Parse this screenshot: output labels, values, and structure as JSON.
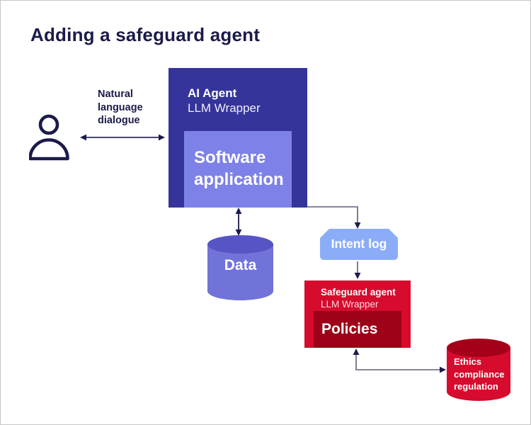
{
  "title": "Adding a safeguard agent",
  "user": {
    "dialogue_label": "Natural language dialogue"
  },
  "ai_agent": {
    "title": "AI Agent",
    "subtitle": "LLM Wrapper",
    "inner_label": "Software application"
  },
  "data_store": {
    "label": "Data"
  },
  "intent_log": {
    "label": "Intent log"
  },
  "safeguard_agent": {
    "title": "Safeguard agent",
    "subtitle": "LLM Wrapper",
    "inner_label": "Policies"
  },
  "ethics_store": {
    "label": "Ethics compliance regulation"
  },
  "icons": {
    "person": "person-icon"
  },
  "colors": {
    "canvas_border": "#c6c6c6",
    "navy_text": "#1b1b4a",
    "ai_agent_box": "#35349b",
    "software_box": "#7d81e8",
    "data_cylinder_body": "#7173d8",
    "data_cylinder_top": "#5755c5",
    "intent_log_box": "#8badf8",
    "safeguard_box": "#d60b2d",
    "policies_box": "#9d0117",
    "ethics_cylinder_body": "#d60b2d",
    "ethics_cylinder_top": "#a40019",
    "connector_line": "#5f5f7d",
    "double_arrow_line": "#2e2e5a",
    "arrowhead": "#1b1b4a"
  }
}
